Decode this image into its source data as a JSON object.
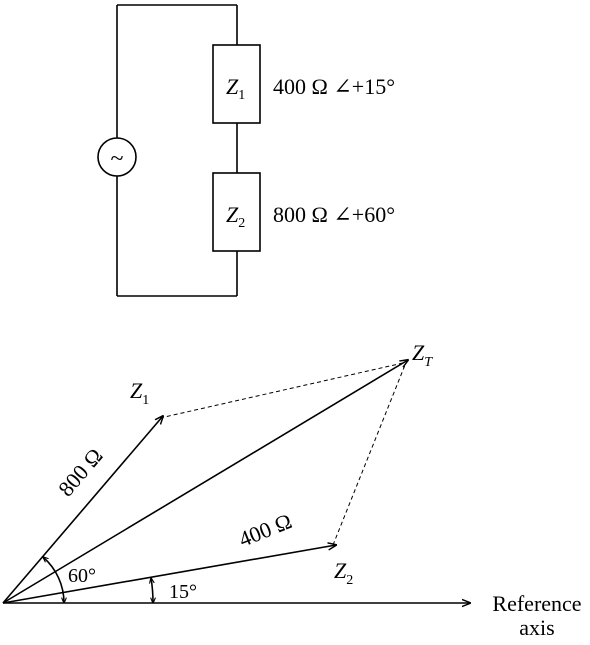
{
  "circuit": {
    "source_symbol": "~",
    "z1": {
      "name": "Z",
      "sub": "1",
      "rating": "400 Ω ∠+15°"
    },
    "z2": {
      "name": "Z",
      "sub": "2",
      "rating": "800 Ω ∠+60°"
    }
  },
  "phasor": {
    "z1_label": {
      "name": "Z",
      "sub": "1"
    },
    "z2_label": {
      "name": "Z",
      "sub": "2"
    },
    "zt_label": {
      "name": "Z",
      "sub": "T"
    },
    "mag_800": "800 Ω",
    "mag_400": "400 Ω",
    "angle_60": "60°",
    "angle_15": "15°",
    "ref_line1": "Reference",
    "ref_line2": "axis"
  }
}
